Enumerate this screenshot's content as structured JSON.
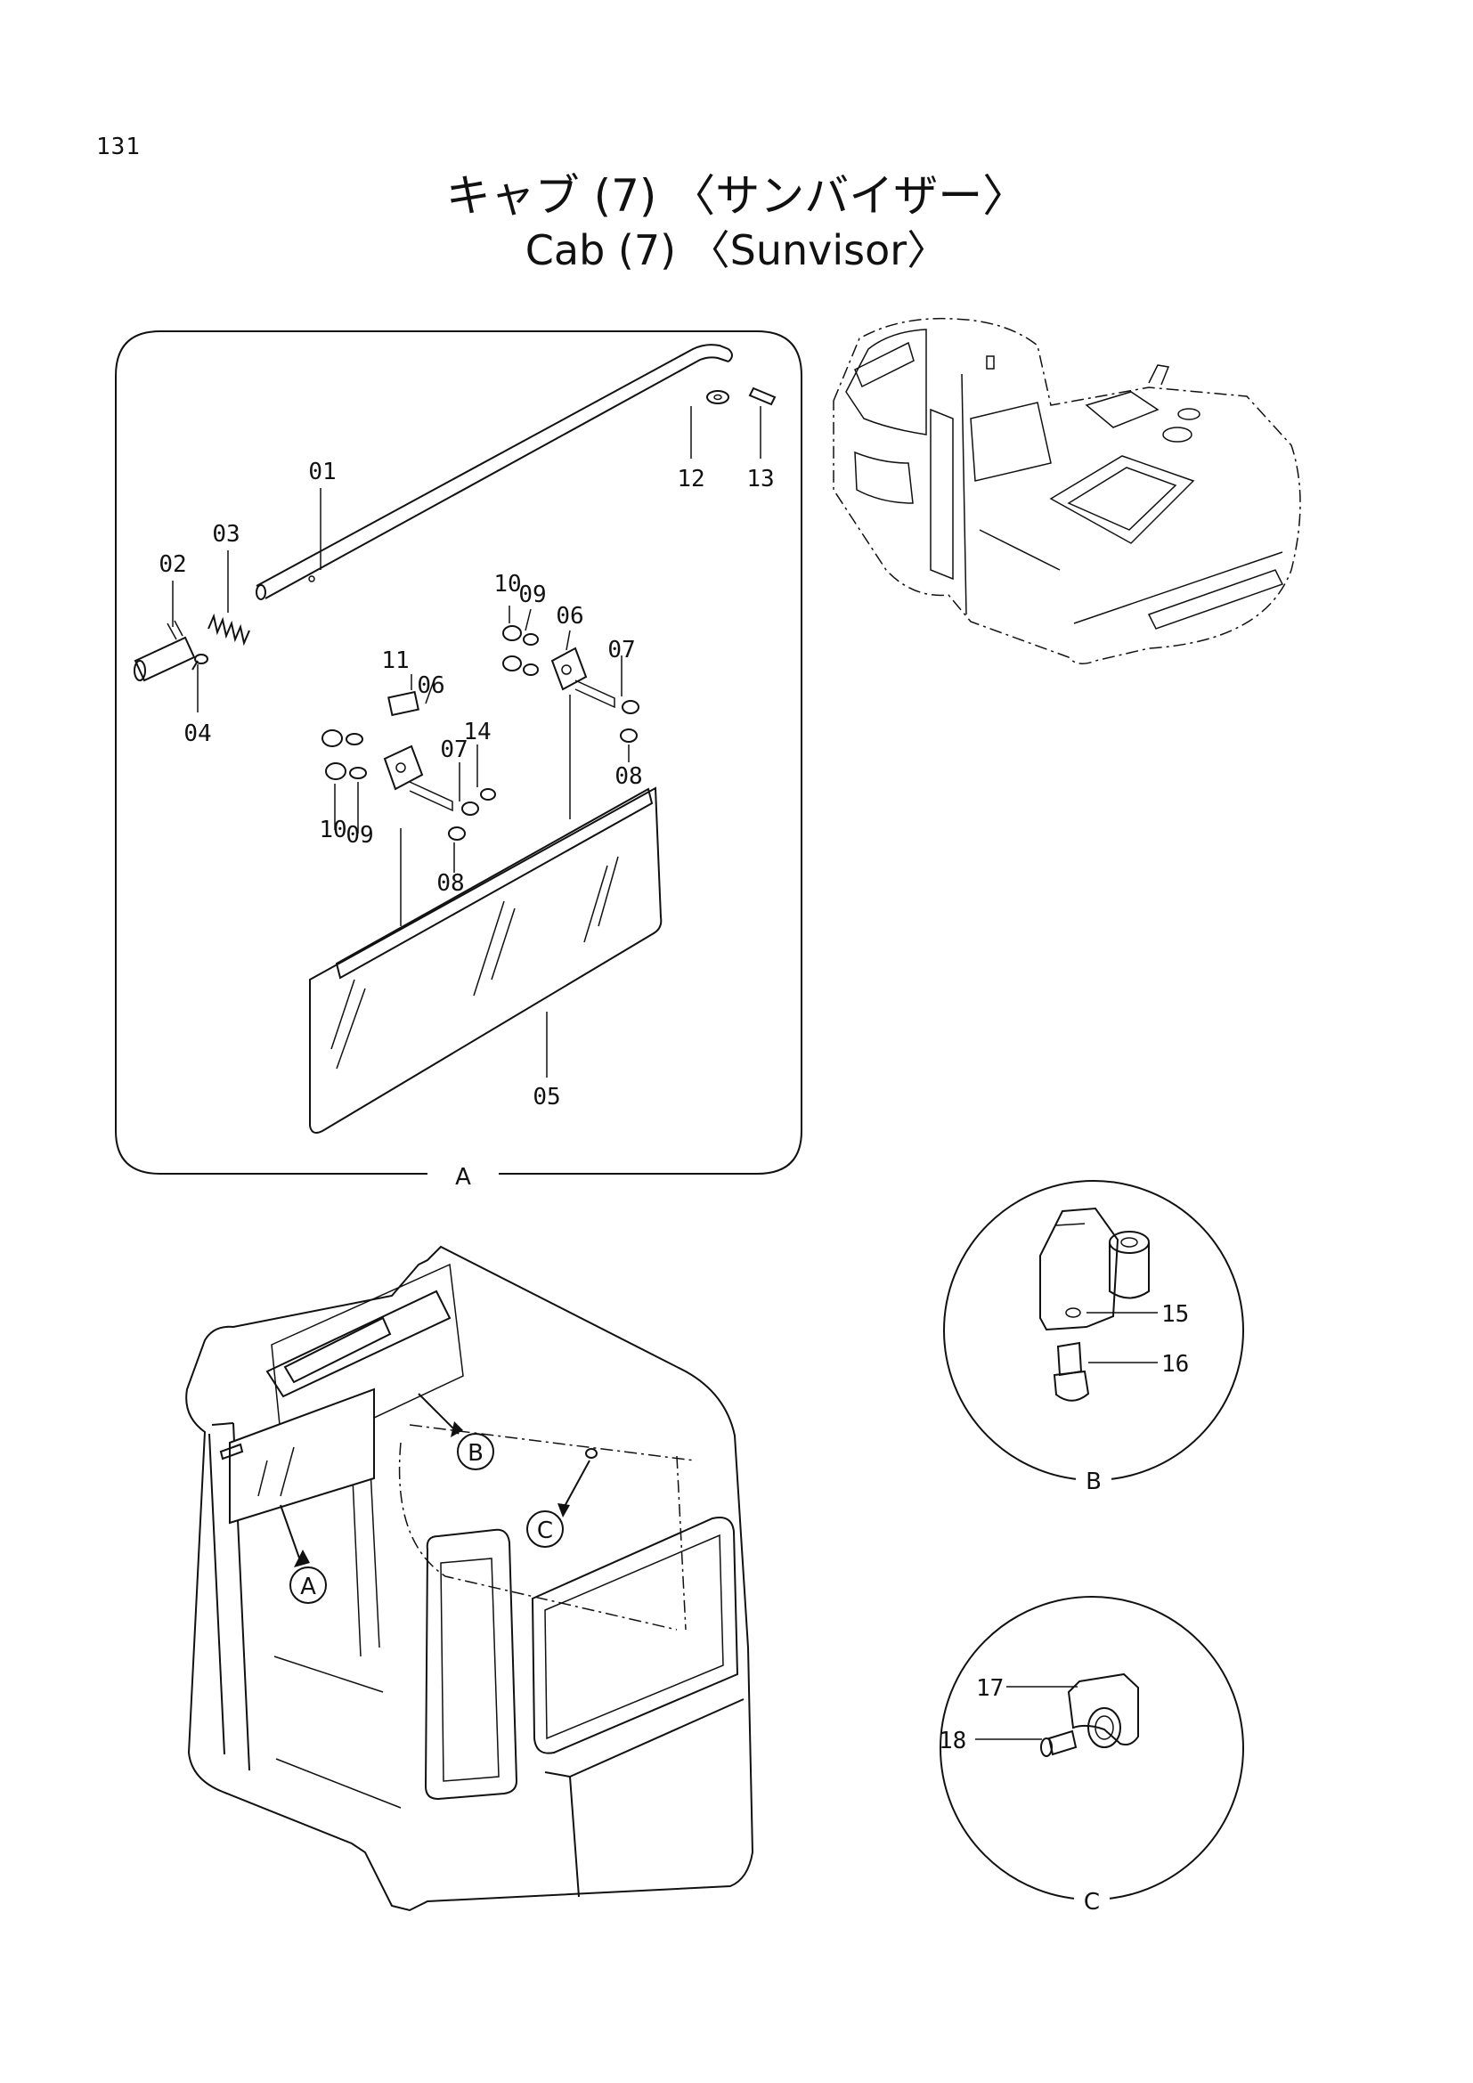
{
  "page_number": "131",
  "title_jp": "キャブ (7) 〈サンバイザー〉",
  "title_en": "Cab (7) 〈Sunvisor〉",
  "detail_labels": {
    "a": "A",
    "b": "B",
    "c": "C"
  },
  "callouts": {
    "a": "A",
    "b": "B",
    "c": "C"
  },
  "parts": {
    "p01": "01",
    "p02": "02",
    "p03": "03",
    "p04": "04",
    "p05": "05",
    "p06a": "06",
    "p06b": "06",
    "p07a": "07",
    "p07b": "07",
    "p08a": "08",
    "p08b": "08",
    "p09a": "09",
    "p09b": "09",
    "p10a": "10",
    "p10b": "10",
    "p11": "11",
    "p12": "12",
    "p13": "13",
    "p14": "14",
    "p15": "15",
    "p16": "16",
    "p17": "17",
    "p18": "18"
  }
}
